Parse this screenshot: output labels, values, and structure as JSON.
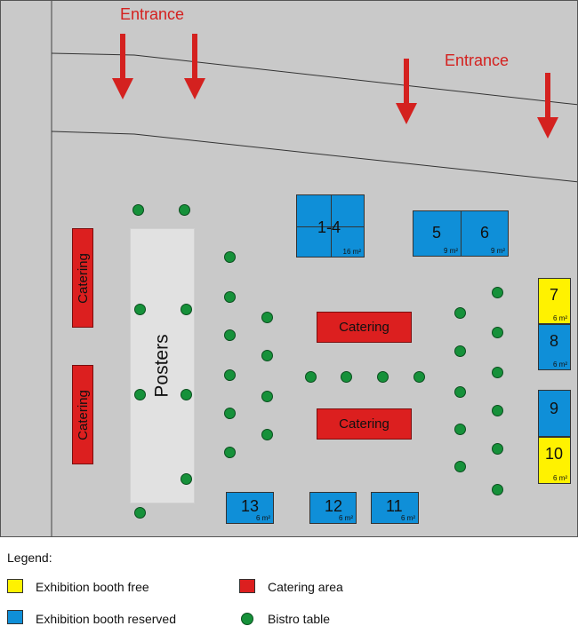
{
  "entrances": [
    "Entrance",
    "Entrance"
  ],
  "booths": [
    {
      "label": "1-4",
      "area": "16 m²",
      "color": "blue"
    },
    {
      "label": "5",
      "area": "9 m²",
      "color": "blue"
    },
    {
      "label": "6",
      "area": "9 m²",
      "color": "blue"
    },
    {
      "label": "7",
      "area": "6 m²",
      "color": "yellow"
    },
    {
      "label": "8",
      "area": "6 m²",
      "color": "blue"
    },
    {
      "label": "9",
      "area": "",
      "color": "blue"
    },
    {
      "label": "10",
      "area": "6 m²",
      "color": "yellow"
    },
    {
      "label": "11",
      "area": "6 m²",
      "color": "blue"
    },
    {
      "label": "12",
      "area": "6 m²",
      "color": "blue"
    },
    {
      "label": "13",
      "area": "6 m²",
      "color": "blue"
    }
  ],
  "catering_label": "Catering",
  "posters_label": "Posters",
  "legend": {
    "title": "Legend:",
    "booth_free": "Exhibition booth free",
    "booth_reserved": "Exhibition booth reserved",
    "catering_area": "Catering area",
    "bistro_table": "Bistro table"
  },
  "colors": {
    "booth_free": "#fff200",
    "booth_reserved": "#0f8fd8",
    "catering": "#dc1f1f",
    "bistro_table": "#16913a",
    "entrance": "#d4211f"
  }
}
